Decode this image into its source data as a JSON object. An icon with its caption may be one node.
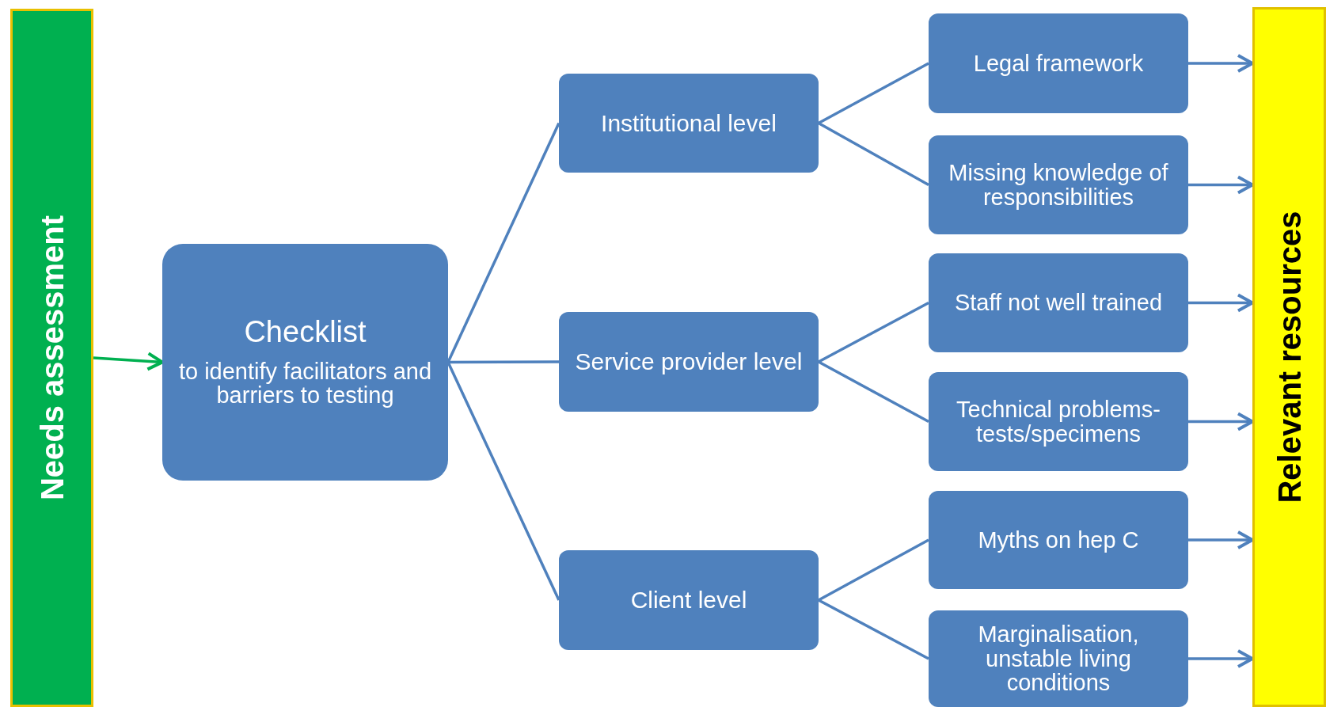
{
  "diagram": {
    "nodes": [
      {
        "text": [
          "Needs assessment"
        ]
      },
      {
        "text": [
          "Checklist",
          "to identify facilitators and barriers to testing"
        ]
      },
      {
        "text": [
          "Institutional level"
        ]
      },
      {
        "text": [
          "Service provider level"
        ]
      },
      {
        "text": [
          "Client level"
        ]
      },
      {
        "text": [
          "Legal framework"
        ]
      },
      {
        "text": [
          "Missing knowledge of responsibilities"
        ]
      },
      {
        "text": [
          "Staff not well trained"
        ]
      },
      {
        "text": [
          "Technical problems- tests/specimens"
        ]
      },
      {
        "text": [
          "Myths on hep C"
        ]
      },
      {
        "text": [
          "Marginalisation, unstable living conditions"
        ]
      },
      {
        "text": [
          "Relevant resources"
        ]
      }
    ],
    "edges": [
      {
        "from": 0,
        "to": 1,
        "arrow": "to",
        "color": "#00b050"
      },
      {
        "from": 1,
        "to": 2,
        "arrow": "none"
      },
      {
        "from": 1,
        "to": 3,
        "arrow": "none"
      },
      {
        "from": 1,
        "to": 4,
        "arrow": "none"
      },
      {
        "from": 2,
        "to": 5,
        "arrow": "none"
      },
      {
        "from": 2,
        "to": 6,
        "arrow": "none"
      },
      {
        "from": 3,
        "to": 7,
        "arrow": "none"
      },
      {
        "from": 3,
        "to": 8,
        "arrow": "none"
      },
      {
        "from": 4,
        "to": 9,
        "arrow": "none"
      },
      {
        "from": 4,
        "to": 10,
        "arrow": "none"
      },
      {
        "from": 5,
        "to": 11,
        "arrow": "to"
      },
      {
        "from": 6,
        "to": 11,
        "arrow": "to"
      },
      {
        "from": 7,
        "to": 11,
        "arrow": "to"
      },
      {
        "from": 8,
        "to": 11,
        "arrow": "to"
      },
      {
        "from": 9,
        "to": 11,
        "arrow": "to"
      },
      {
        "from": 10,
        "to": 11,
        "arrow": "to"
      }
    ]
  }
}
